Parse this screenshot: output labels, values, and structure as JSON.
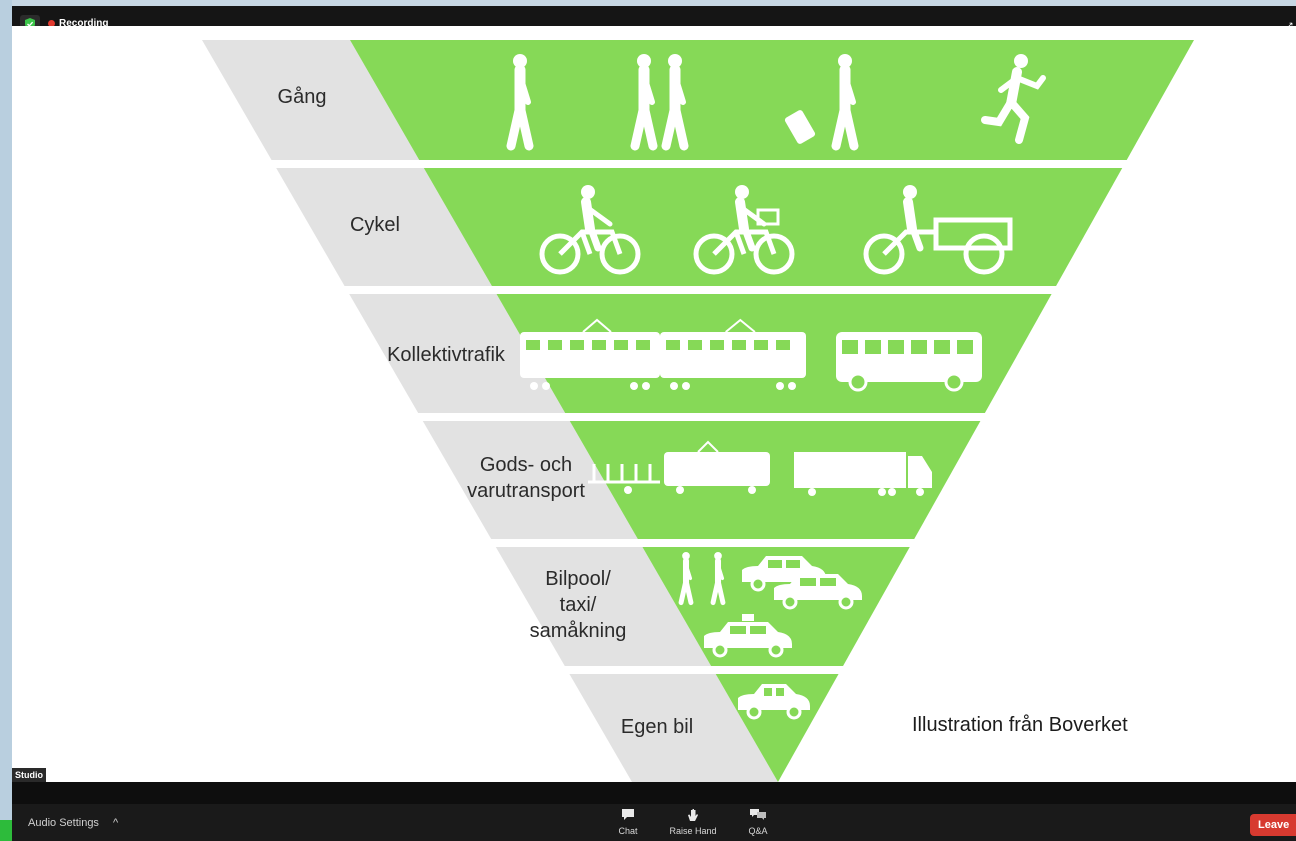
{
  "recording": {
    "label": "Recording"
  },
  "slide": {
    "levels": [
      {
        "label_lines": [
          "Gång"
        ]
      },
      {
        "label_lines": [
          "Cykel"
        ]
      },
      {
        "label_lines": [
          "Kollektivtrafik"
        ]
      },
      {
        "label_lines": [
          "Gods- och",
          "varutransport"
        ]
      },
      {
        "label_lines": [
          "Bilpool/",
          "taxi/",
          "samåkning"
        ]
      },
      {
        "label_lines": [
          "Egen bil"
        ]
      }
    ],
    "credit": "Illustration från Boverket",
    "colors": {
      "green": "#86d957",
      "gray": "#e2e2e2"
    }
  },
  "studio_label": "Studio",
  "toolbar": {
    "audio_settings": "Audio Settings",
    "audio_caret": "^",
    "chat": "Chat",
    "raise_hand": "Raise Hand",
    "qa": "Q&A",
    "leave": "Leave"
  }
}
